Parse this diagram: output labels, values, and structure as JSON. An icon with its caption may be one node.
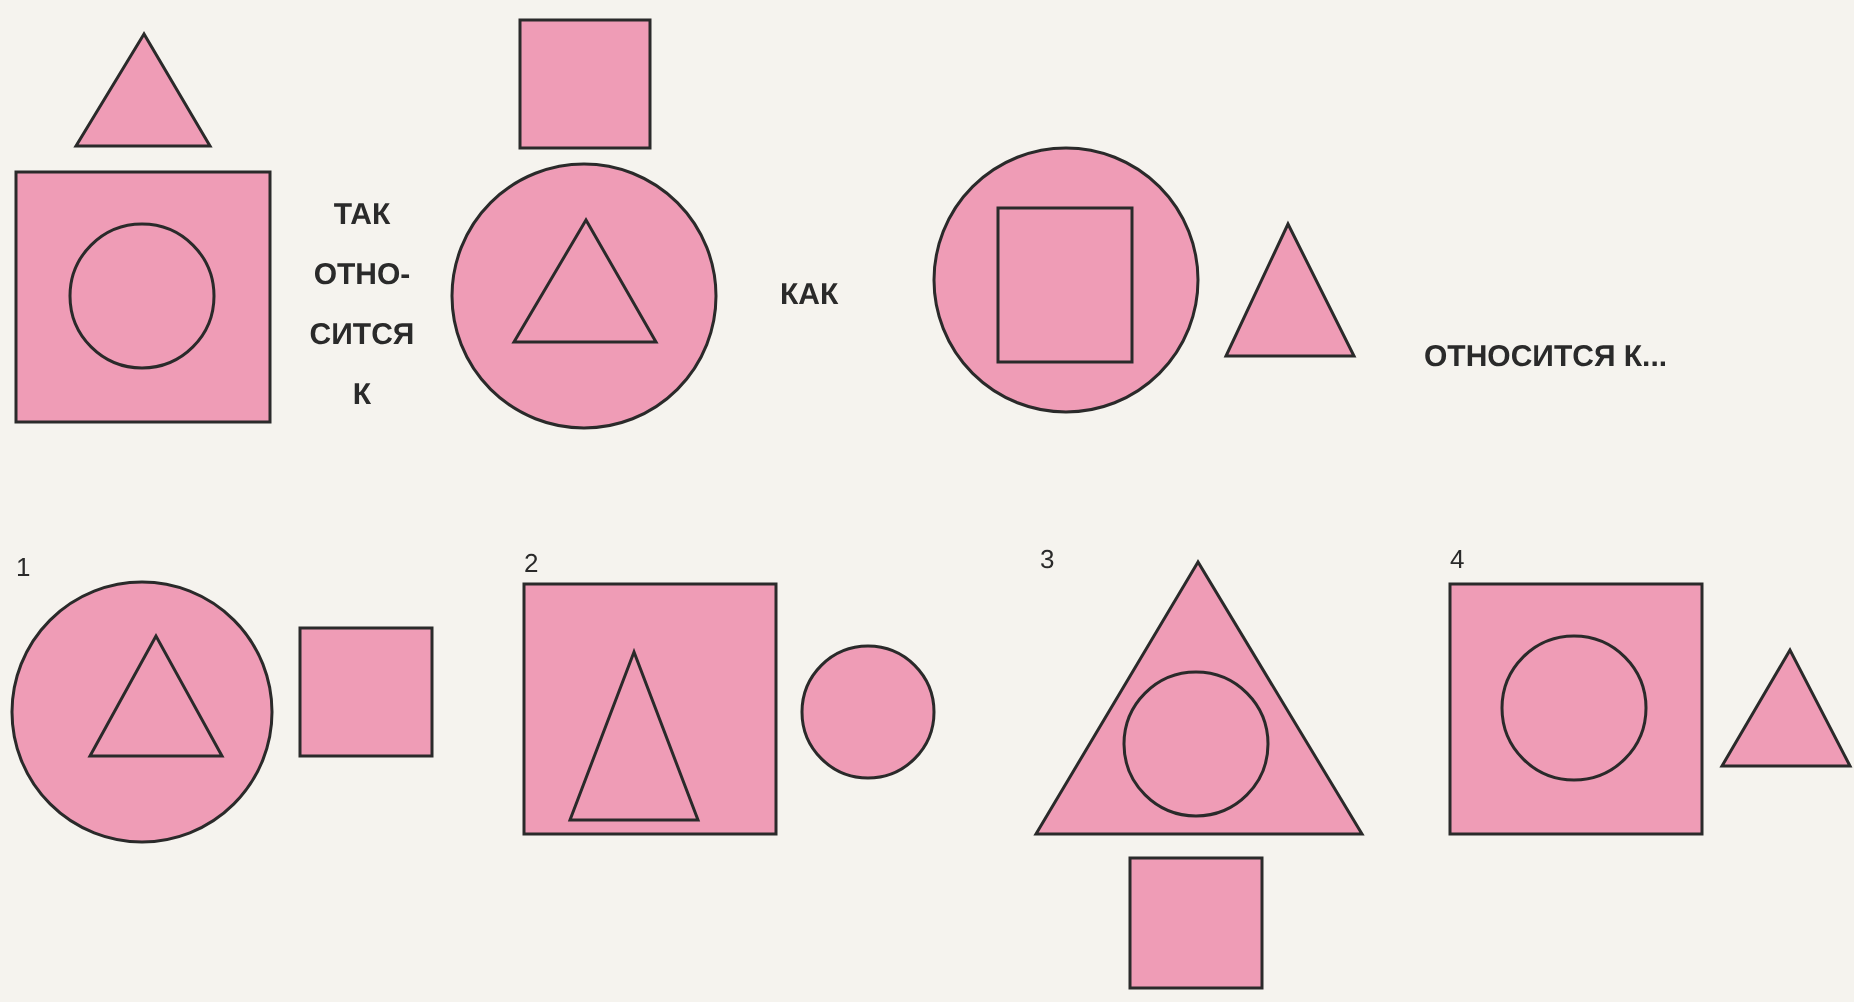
{
  "diagram": {
    "labels": [
      "ТАК ОТНО- СИТСЯ К",
      "КАК",
      "ОТНОСИТСЯ К...",
      "1",
      "2",
      "3",
      "4"
    ]
  }
}
